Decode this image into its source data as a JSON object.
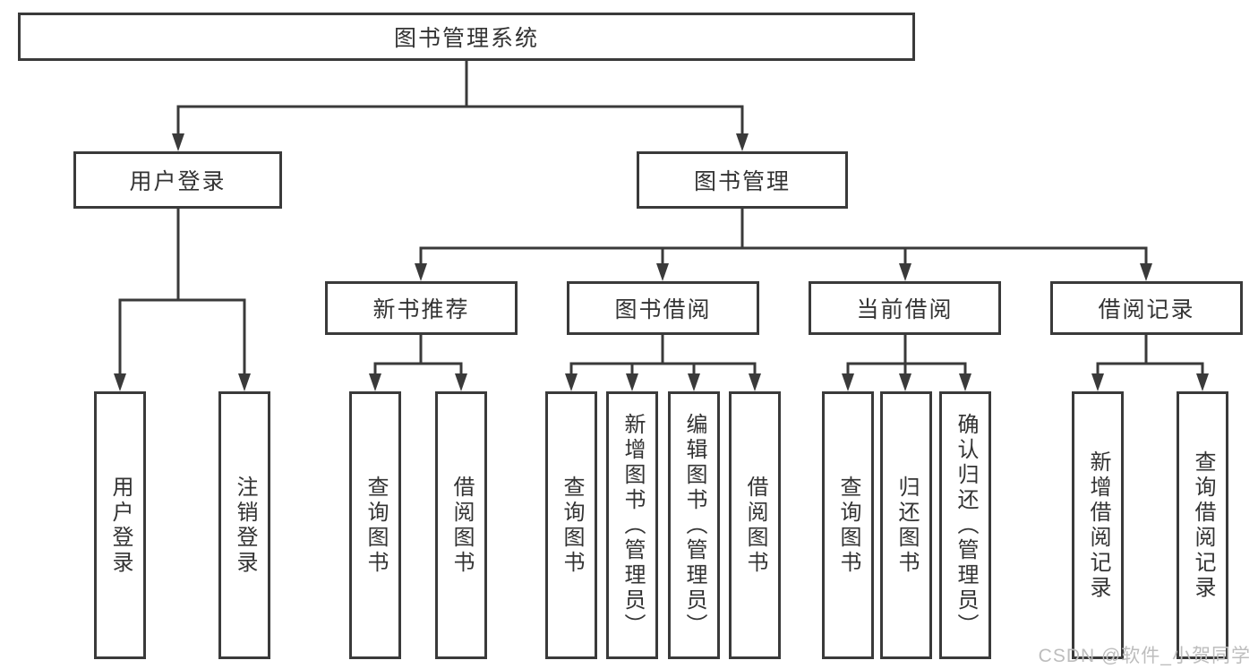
{
  "diagram": {
    "type": "hierarchy-tree",
    "title": "图书管理系统",
    "colors": {
      "line": "#3a3a3a",
      "box_border": "#3a3a3a",
      "text": "#333333",
      "watermark": "#bdbdbd",
      "background": "#ffffff"
    },
    "nodes": {
      "root": "图书管理系统",
      "user_login": "用户登录",
      "book_mgmt": "图书管理",
      "new_book_rec": "新书推荐",
      "book_borrow": "图书借阅",
      "current_borrow": "当前借阅",
      "borrow_records": "借阅记录",
      "leaves": {
        "user_login": [
          "用户登录",
          "注销登录"
        ],
        "new_book_rec": [
          "查询图书",
          "借阅图书"
        ],
        "book_borrow": [
          "查询图书",
          "新增图书（管理员）",
          "编辑图书（管理员）",
          "借阅图书"
        ],
        "current_borrow": [
          "查询图书",
          "归还图书",
          "确认归还（管理员）"
        ],
        "borrow_records": [
          "新增借阅记录",
          "查询借阅记录"
        ]
      }
    },
    "watermark": "CSDN @软件_小贺同学"
  }
}
